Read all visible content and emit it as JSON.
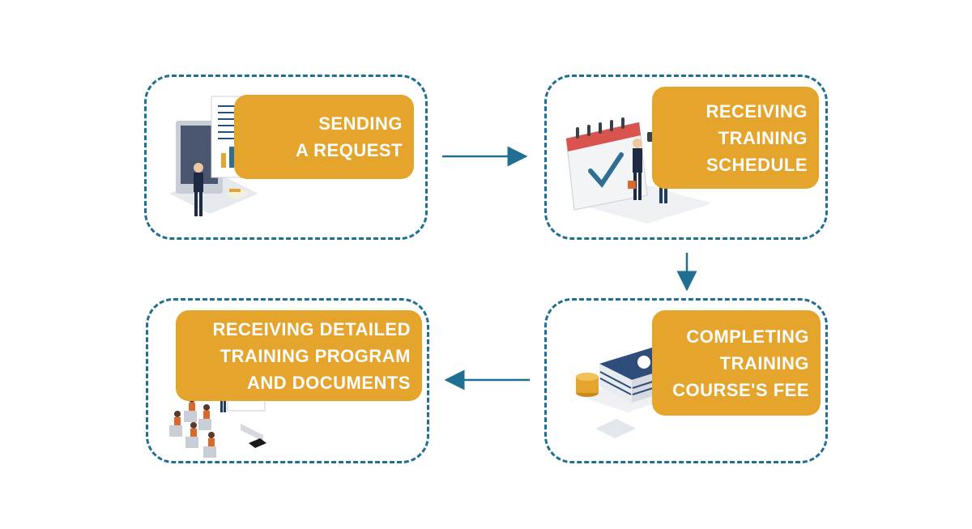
{
  "steps": [
    {
      "id": 1,
      "lines": [
        "SENDING",
        "A REQUEST"
      ]
    },
    {
      "id": 2,
      "lines": [
        "RECEIVING",
        "TRAINING",
        "SCHEDULE"
      ]
    },
    {
      "id": 3,
      "lines": [
        "COMPLETING",
        "TRAINING",
        "COURSE'S FEE"
      ]
    },
    {
      "id": 4,
      "lines": [
        "RECEIVING DETAILED",
        "TRAINING PROGRAM",
        "AND DOCUMENTS"
      ]
    }
  ],
  "flow": [
    "1 -> 2",
    "2 -> 3",
    "3 -> 4"
  ],
  "colors": {
    "border": "#1f6f92",
    "label_bg": "#e5a42b",
    "arrow": "#1f6f92"
  },
  "icons": [
    "presentation-icon",
    "calendar-meeting-icon",
    "money-stack-icon",
    "classroom-icon"
  ]
}
